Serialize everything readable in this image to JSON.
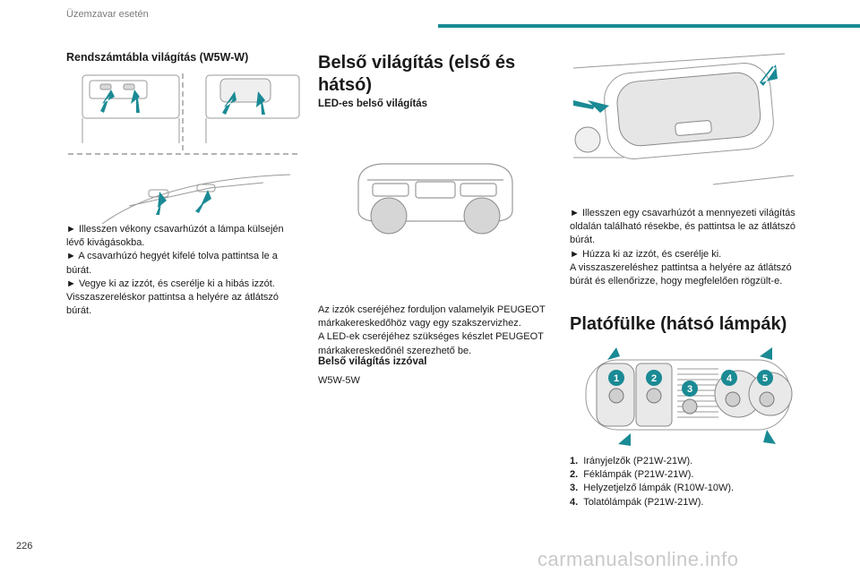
{
  "header": {
    "title": "Üzemzavar esetén",
    "page_number": "226",
    "accent": "#1a8a94"
  },
  "col1": {
    "heading": "Rendszámtábla világítás (W5W-W)",
    "steps": [
      "► Illesszen vékony csavarhúzót a lámpa külsején lévő kivágásokba.",
      "► A csavarhúzó hegyét kifelé tolva pattintsa le a búrát.",
      "► Vegye ki az izzót, és cserélje ki a hibás izzót. Visszaszereléskor pattintsa a helyére az átlátszó búrát."
    ]
  },
  "col2": {
    "heading": "Belső világítás (első és hátsó)",
    "sub1": "LED-es belső világítás",
    "para": [
      "Az izzók cseréjéhez forduljon valamelyik PEUGEOT márkakereskedőhöz vagy egy szakszervizhez.",
      "A LED-ek cseréjéhez szükséges készlet PEUGEOT márkakereskedőnél szerezhető be."
    ],
    "sub2": "Belső világítás izzóval",
    "bulb": "W5W-5W"
  },
  "col3": {
    "steps": [
      "► Illesszen egy csavarhúzót a mennyezeti világítás oldalán található résekbe, és pattintsa le az átlátszó búrát.",
      "► Húzza ki az izzót, és cserélje ki.",
      "A visszaszereléshez pattintsa a helyére az átlátszó búrát és ellenőrizze, hogy megfelelően rögzült-e."
    ],
    "heading": "Platófülke (hátsó lámpák)",
    "badges": [
      "1",
      "2",
      "3",
      "4",
      "5"
    ],
    "legend": [
      {
        "num": "1.",
        "text": "Irányjelzők (P21W-21W)."
      },
      {
        "num": "2.",
        "text": "Féklámpák (P21W-21W)."
      },
      {
        "num": "3.",
        "text": "Helyzetjelző lámpák (R10W-10W)."
      },
      {
        "num": "4.",
        "text": "Tolatólámpák (P21W-21W)."
      }
    ]
  },
  "watermark": "carmanualsonline.info"
}
